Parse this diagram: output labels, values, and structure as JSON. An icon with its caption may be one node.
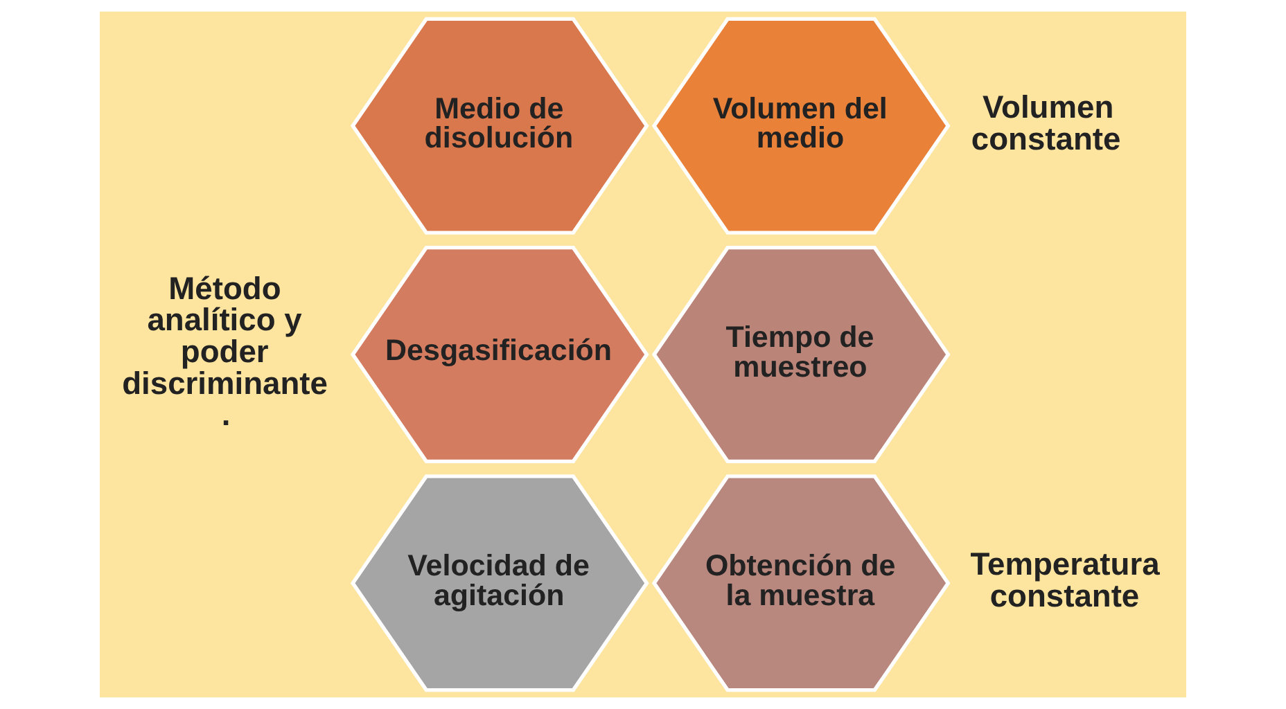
{
  "diagram": {
    "nodes": [
      {
        "text": [
          "Medio de disolución"
        ]
      },
      {
        "text": [
          "Volumen del medio"
        ]
      },
      {
        "text": [
          "Desgasificación"
        ]
      },
      {
        "text": [
          "Tiempo de muestreo"
        ]
      },
      {
        "text": [
          "Velocidad de agitación"
        ]
      },
      {
        "text": [
          "Obtención de la muestra"
        ]
      }
    ],
    "labels": [
      "Volumen constante",
      "Método analítico y poder discriminante .",
      "Temperatura constante"
    ]
  }
}
